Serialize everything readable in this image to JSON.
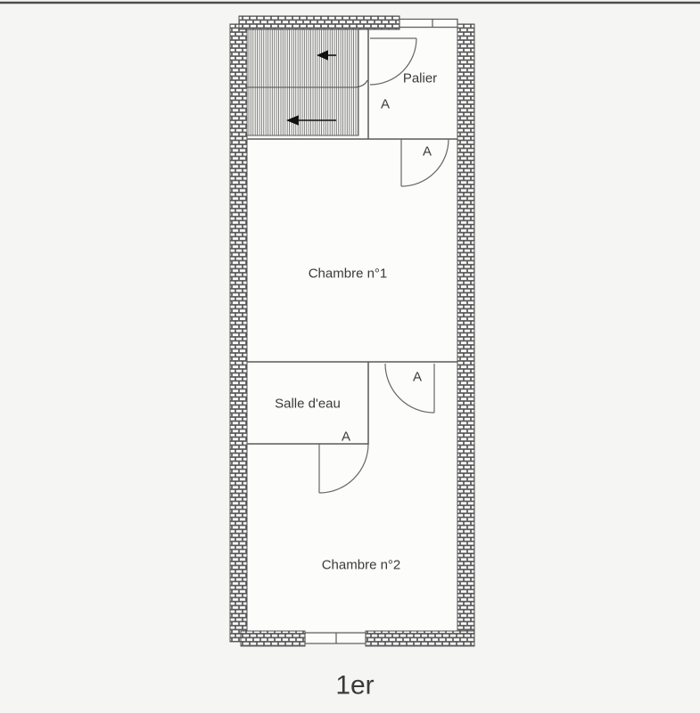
{
  "plan": {
    "floor_label": "1er",
    "rooms": [
      {
        "name": "palier",
        "label": "Palier"
      },
      {
        "name": "chambre-1",
        "label": "Chambre n°1"
      },
      {
        "name": "salle-deau",
        "label": "Salle d'eau"
      },
      {
        "name": "chambre-2",
        "label": "Chambre n°2"
      }
    ],
    "doors": [
      {
        "name": "palier-door",
        "label": "A"
      },
      {
        "name": "chambre-1-door",
        "label": "A"
      },
      {
        "name": "couloir-door",
        "label": "A"
      },
      {
        "name": "salle-deau-door",
        "label": "A"
      }
    ],
    "stairs": {
      "arrows": [
        "left",
        "left"
      ]
    },
    "colors": {
      "background": "#f5f5f3",
      "room_fill": "#fcfcfb",
      "wall_line": "#5a5a5a",
      "brick_mortar": "#4f4f4f",
      "brick_fill": "#ffffff",
      "text": "#3a3a3a",
      "arrow": "#111111",
      "top_border": "#4d4d4d"
    }
  }
}
